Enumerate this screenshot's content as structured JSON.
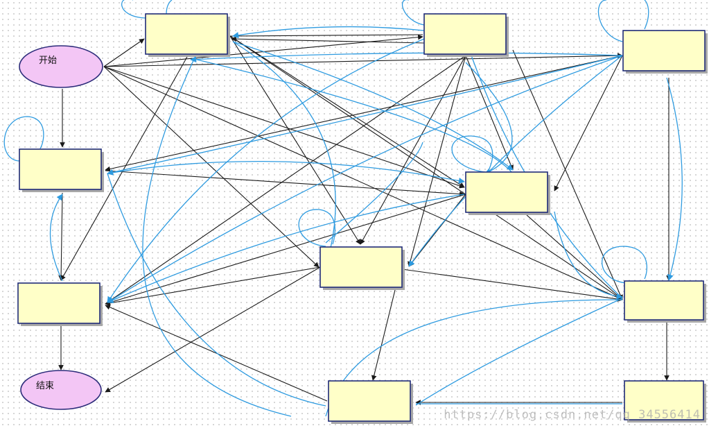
{
  "diagram": {
    "start_label": "开始",
    "end_label": "结束"
  },
  "watermark": {
    "text": "https://blog.csdn.net/qq_34556414"
  },
  "colors": {
    "box_fill": "#ffffc8",
    "box_stroke": "#1e2a78",
    "ellipse_fill": "#f3c6f5",
    "edge_black": "#1a1a1a",
    "edge_blue": "#2e9be0"
  }
}
